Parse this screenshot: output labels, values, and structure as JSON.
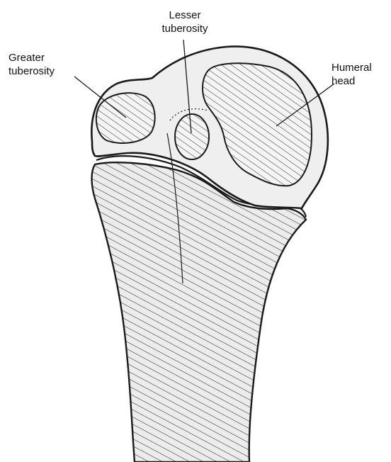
{
  "labels": {
    "greater_tuberosity": {
      "line1": "Greater",
      "line2": "tuberosity"
    },
    "lesser_tuberosity": {
      "line1": "Lesser",
      "line2": "tuberosity"
    },
    "humeral_head": {
      "line1": "Humeral",
      "line2": "head"
    }
  },
  "colors": {
    "outline": "#1a1a1a",
    "bone_fill": "#ececec",
    "hatch": "#2a2a2a",
    "background": "#ffffff"
  }
}
